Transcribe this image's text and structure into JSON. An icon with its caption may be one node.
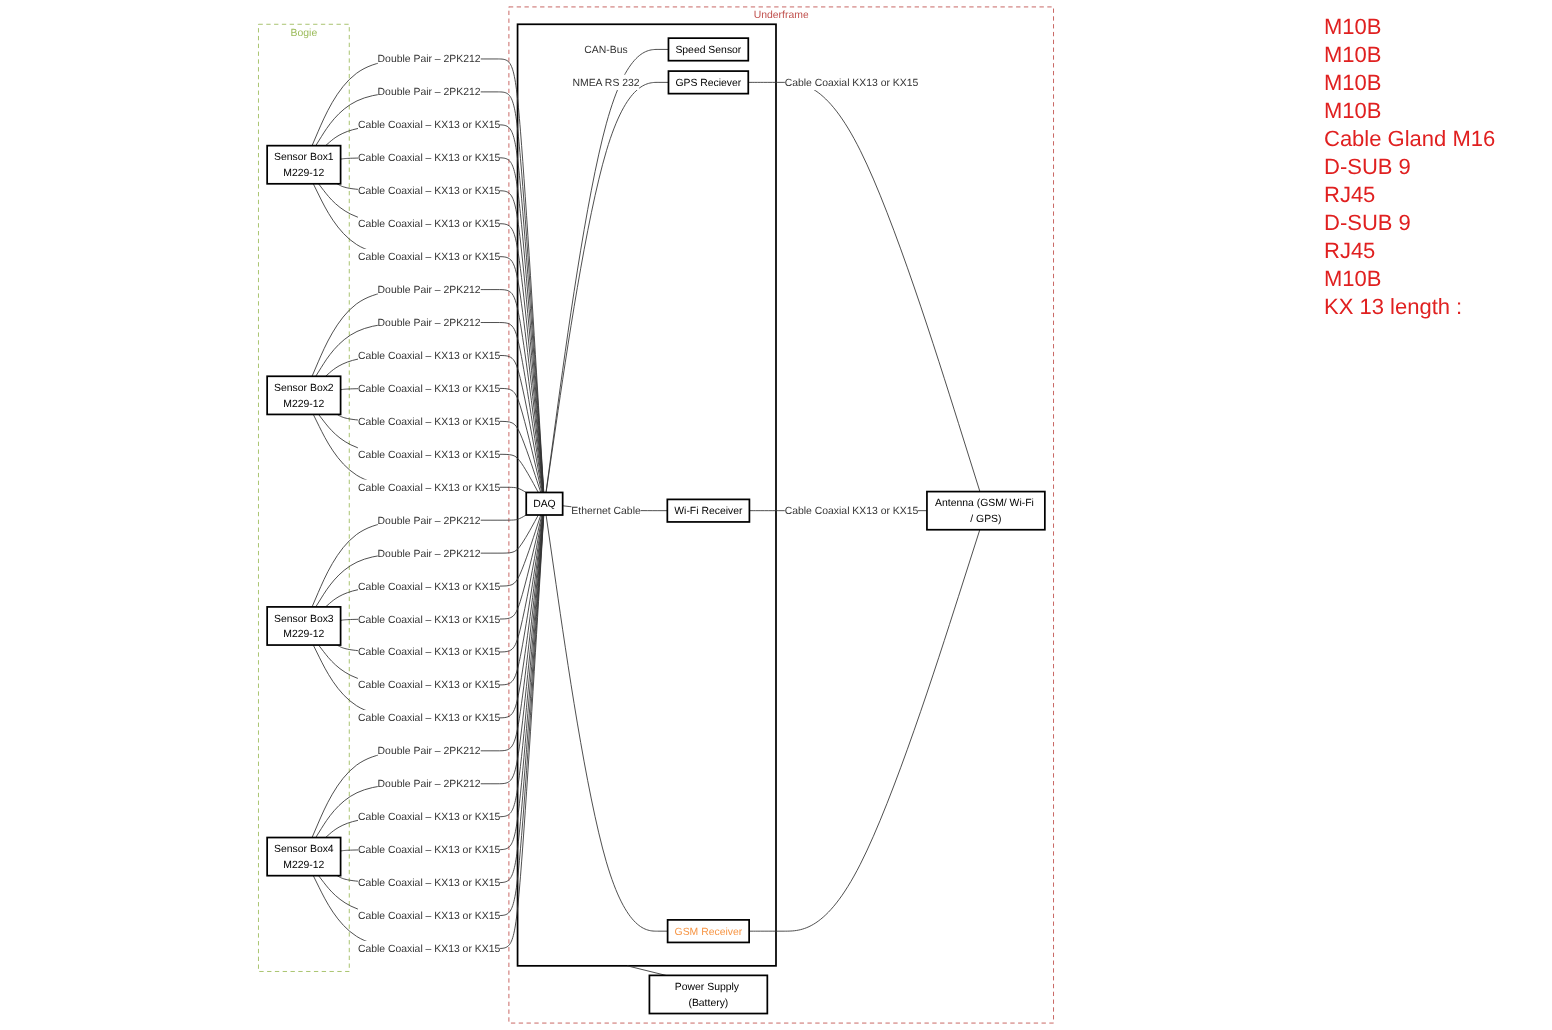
{
  "diagram": {
    "nodes": [
      {
        "text": [
          "Bogie"
        ]
      },
      {
        "text": [
          "Sensor  Box1",
          "M229-12"
        ],
        "in": 0
      },
      {
        "text": [
          "Sensor  Box2",
          "M229-12"
        ],
        "in": 0
      },
      {
        "text": [
          "Sensor  Box3",
          "M229-12"
        ],
        "in": 0
      },
      {
        "text": [
          "Sensor  Box4",
          "M229-12"
        ],
        "in": 0
      },
      {
        "text": [
          "Underframe"
        ]
      },
      {
        "text": [],
        "shape": "box",
        "in": 5
      },
      {
        "text": [
          "DAQ"
        ],
        "in": 6
      },
      {
        "text": [
          "Speed  Sensor"
        ],
        "in": 6
      },
      {
        "text": [
          "GPS Reciever"
        ],
        "in": 6
      },
      {
        "text": [
          "Wi-Fi Receiver"
        ],
        "in": 6
      },
      {
        "text": [
          "GSM Receiver"
        ],
        "in": 6
      },
      {
        "text": [
          "Antenna (GSM/ Wi-Fi / GPS)"
        ],
        "in": 5
      },
      {
        "text": [
          "Power Supply (Battery)"
        ],
        "in": 5
      }
    ],
    "edges": [
      {
        "from": 1,
        "to": 7,
        "arrow": "none",
        "label": "Double Pair – 2PK212"
      },
      {
        "from": 1,
        "to": 7,
        "arrow": "none",
        "label": "Double Pair – 2PK212"
      },
      {
        "from": 1,
        "to": 7,
        "arrow": "none",
        "label": "Cable Coaxial – KX13 or KX15"
      },
      {
        "from": 1,
        "to": 7,
        "arrow": "none",
        "label": "Cable Coaxial – KX13 or KX15"
      },
      {
        "from": 1,
        "to": 7,
        "arrow": "none",
        "label": "Cable Coaxial – KX13 or KX15"
      },
      {
        "from": 1,
        "to": 7,
        "arrow": "none",
        "label": "Cable Coaxial – KX13 or KX15"
      },
      {
        "from": 1,
        "to": 7,
        "arrow": "none",
        "label": "Cable Coaxial – KX13 or KX15"
      },
      {
        "from": 2,
        "to": 7,
        "arrow": "none",
        "label": "Double Pair – 2PK212"
      },
      {
        "from": 2,
        "to": 7,
        "arrow": "none",
        "label": "Double Pair – 2PK212"
      },
      {
        "from": 2,
        "to": 7,
        "arrow": "none",
        "label": "Cable Coaxial – KX13 or KX15"
      },
      {
        "from": 2,
        "to": 7,
        "arrow": "none",
        "label": "Cable Coaxial – KX13 or KX15"
      },
      {
        "from": 2,
        "to": 7,
        "arrow": "none",
        "label": "Cable Coaxial – KX13 or KX15"
      },
      {
        "from": 2,
        "to": 7,
        "arrow": "none",
        "label": "Cable Coaxial – KX13 or KX15"
      },
      {
        "from": 2,
        "to": 7,
        "arrow": "none",
        "label": "Cable Coaxial – KX13 or KX15"
      },
      {
        "from": 3,
        "to": 7,
        "arrow": "none",
        "label": "Double Pair – 2PK212"
      },
      {
        "from": 3,
        "to": 7,
        "arrow": "none",
        "label": "Double Pair – 2PK212"
      },
      {
        "from": 3,
        "to": 7,
        "arrow": "none",
        "label": "Cable Coaxial – KX13 or KX15"
      },
      {
        "from": 3,
        "to": 7,
        "arrow": "none",
        "label": "Cable Coaxial – KX13 or KX15"
      },
      {
        "from": 3,
        "to": 7,
        "arrow": "none",
        "label": "Cable Coaxial – KX13 or KX15"
      },
      {
        "from": 3,
        "to": 7,
        "arrow": "none",
        "label": "Cable Coaxial – KX13 or KX15"
      },
      {
        "from": 3,
        "to": 7,
        "arrow": "none",
        "label": "Cable Coaxial – KX13 or KX15"
      },
      {
        "from": 4,
        "to": 7,
        "arrow": "none",
        "label": "Double Pair – 2PK212"
      },
      {
        "from": 4,
        "to": 7,
        "arrow": "none",
        "label": "Double Pair – 2PK212"
      },
      {
        "from": 4,
        "to": 7,
        "arrow": "none",
        "label": "Cable Coaxial – KX13 or KX15"
      },
      {
        "from": 4,
        "to": 7,
        "arrow": "none",
        "label": "Cable Coaxial – KX13 or KX15"
      },
      {
        "from": 4,
        "to": 7,
        "arrow": "none",
        "label": "Cable Coaxial – KX13 or KX15"
      },
      {
        "from": 4,
        "to": 7,
        "arrow": "none",
        "label": "Cable Coaxial – KX13 or KX15"
      },
      {
        "from": 4,
        "to": 7,
        "arrow": "none",
        "label": "Cable Coaxial – KX13 or KX15"
      },
      {
        "from": 7,
        "to": 8,
        "arrow": "none",
        "label": "CAN-Bus"
      },
      {
        "from": 7,
        "to": 9,
        "arrow": "none",
        "label": "NMEA RS 232"
      },
      {
        "from": 7,
        "to": 10,
        "arrow": "none",
        "label": "Ethernet Cable"
      },
      {
        "from": 7,
        "to": 11,
        "arrow": "none"
      },
      {
        "from": 9,
        "to": 12,
        "arrow": "none",
        "label": "Cable Coaxial KX13 or KX15"
      },
      {
        "from": 10,
        "to": 12,
        "arrow": "none",
        "label": "Cable Coaxial KX13 or KX15"
      },
      {
        "from": 11,
        "to": 12,
        "arrow": "none"
      },
      {
        "from": 6,
        "to": 13,
        "arrow": "none"
      }
    ],
    "labels": [
      "M10B",
      "M10B",
      "M10B",
      "M10B",
      "Cable Gland M16",
      "D-SUB 9",
      "RJ45",
      "D-SUB 9",
      "RJ45",
      "M10B",
      "KX 13 length :"
    ]
  }
}
